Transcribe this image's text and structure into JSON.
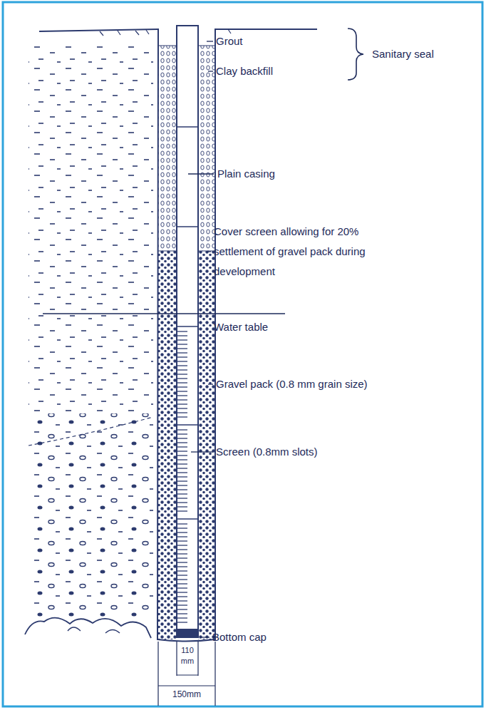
{
  "diagram": {
    "labels": [
      "Grout",
      "Clay backfill",
      "Sanitary seal",
      "Plain casing",
      "Cover screen allowing for 20% settlement of gravel pack during development",
      "Water table",
      "Gravel pack (0.8 mm grain size)",
      "Screen (0.8mm slots)",
      "Bottom cap",
      "110 mm",
      "150mm"
    ]
  }
}
